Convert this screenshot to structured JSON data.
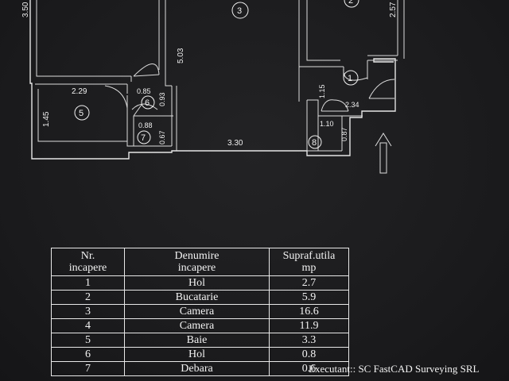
{
  "plan": {
    "rooms": {
      "r1": "1",
      "r2": "2",
      "r3": "3",
      "r5": "5",
      "r6": "6",
      "r7": "7",
      "r8": "8"
    },
    "dimensions": {
      "d_350": "3.50",
      "d_503": "5.03",
      "d_257": "2.57",
      "d_229": "2.29",
      "d_145": "1.45",
      "d_085": "0.85",
      "d_093": "0.93",
      "d_088": "0.88",
      "d_067": "0.67",
      "d_330": "3.30",
      "d_115": "1.15",
      "d_234": "2.34",
      "d_110": "1.10",
      "d_087": "0.87"
    },
    "entrance_arrow_icon": "entrance-arrow-icon"
  },
  "table": {
    "headers": [
      "Nr.\nincapere",
      "Denumire\nincapere",
      "Supraf.utila\nmp"
    ],
    "rows": [
      [
        "1",
        "Hol",
        "2.7"
      ],
      [
        "2",
        "Bucatarie",
        "5.9"
      ],
      [
        "3",
        "Camera",
        "16.6"
      ],
      [
        "4",
        "Camera",
        "11.9"
      ],
      [
        "5",
        "Baie",
        "3.3"
      ],
      [
        "6",
        "Hol",
        "0.8"
      ],
      [
        "7",
        "Debara",
        "0.6"
      ]
    ]
  },
  "executant": "Executant:: SC FastCAD Surveying SRL",
  "colors": {
    "background": "#1c1c1e",
    "lines": "#e6e6e6"
  }
}
